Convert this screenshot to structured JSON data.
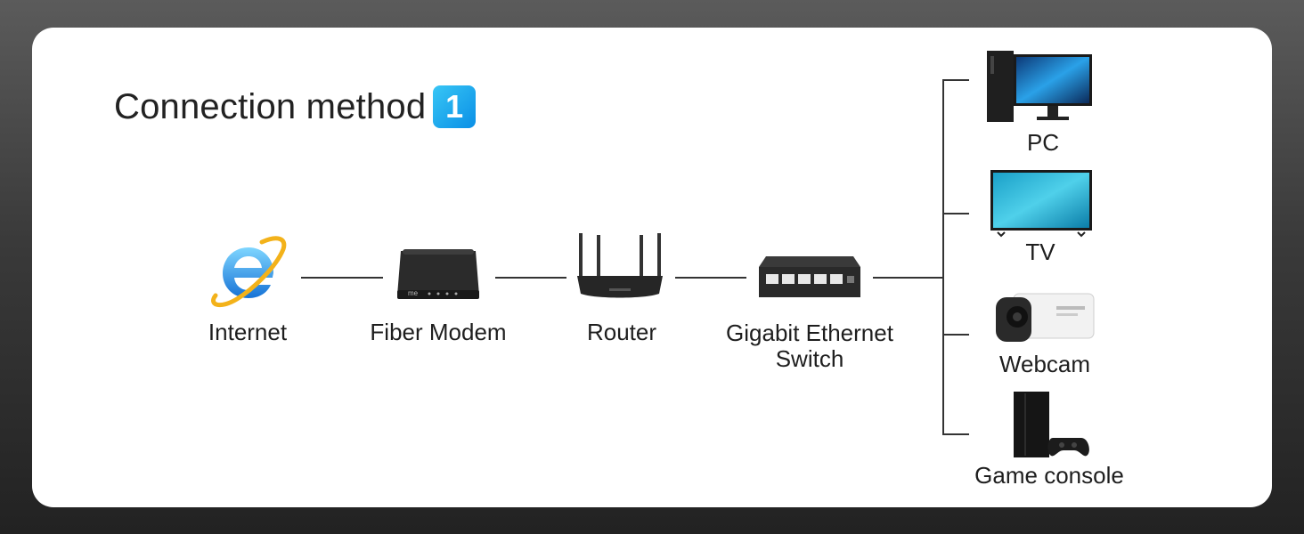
{
  "title": {
    "text": "Connection method",
    "badge": "1"
  },
  "chain": [
    {
      "label": "Internet",
      "icon": "internet-explorer-icon"
    },
    {
      "label": "Fiber Modem",
      "icon": "fiber-modem-icon"
    },
    {
      "label": "Router",
      "icon": "router-icon"
    },
    {
      "label": "Gigabit Ethernet\nSwitch",
      "icon": "ethernet-switch-icon"
    }
  ],
  "devices": [
    {
      "label": "PC",
      "icon": "pc-icon"
    },
    {
      "label": "TV",
      "icon": "tv-icon"
    },
    {
      "label": "Webcam",
      "icon": "webcam-icon"
    },
    {
      "label": "Game console",
      "icon": "game-console-icon"
    }
  ],
  "colors": {
    "badge": "#1aa6ee",
    "line": "#333333",
    "text": "#1e1e1e"
  }
}
